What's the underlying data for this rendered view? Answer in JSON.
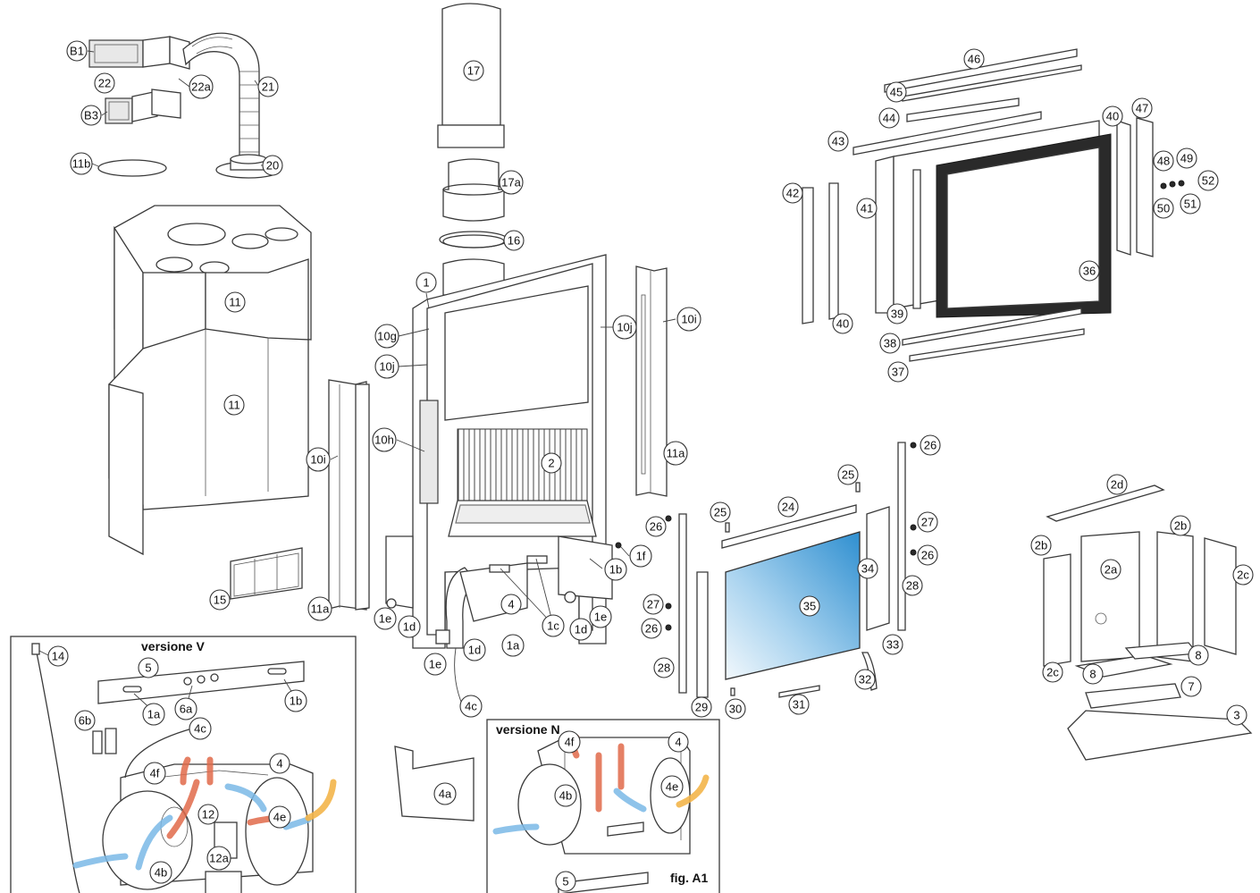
{
  "colors": {
    "line": "#3a3a3a",
    "glass_top": "#2f8fd0",
    "glass_bottom": "#e8f3fb",
    "gasket": "#2a2a2a",
    "cold_air": "#7ab8e6",
    "hot_air": "#e06a4a",
    "intake_air": "#f3b54a"
  },
  "icons": {
    "arrow_cold": "curved-arrow-blue",
    "arrow_hot": "curved-arrow-red",
    "arrow_intake": "curved-arrow-yellow"
  },
  "panels": {
    "versione_v": {
      "title": "versione V"
    },
    "versione_n": {
      "title": "versione N"
    },
    "figure_label": "fig. A1"
  },
  "callouts": [
    {
      "id": "B1",
      "label": "B1"
    },
    {
      "id": "22",
      "label": "22"
    },
    {
      "id": "22a",
      "label": "22a"
    },
    {
      "id": "21",
      "label": "21"
    },
    {
      "id": "B3",
      "label": "B3"
    },
    {
      "id": "11b",
      "label": "11b"
    },
    {
      "id": "20",
      "label": "20"
    },
    {
      "id": "17",
      "label": "17"
    },
    {
      "id": "17a",
      "label": "17a"
    },
    {
      "id": "16",
      "label": "16"
    },
    {
      "id": "1",
      "label": "1"
    },
    {
      "id": "11-top",
      "label": "11"
    },
    {
      "id": "11-bottom",
      "label": "11"
    },
    {
      "id": "10g",
      "label": "10g"
    },
    {
      "id": "10j-left",
      "label": "10j"
    },
    {
      "id": "10j-right",
      "label": "10j"
    },
    {
      "id": "10i-right",
      "label": "10i"
    },
    {
      "id": "10h",
      "label": "10h"
    },
    {
      "id": "10i-left",
      "label": "10i"
    },
    {
      "id": "2",
      "label": "2"
    },
    {
      "id": "11a-right",
      "label": "11a"
    },
    {
      "id": "11a-left",
      "label": "11a"
    },
    {
      "id": "15",
      "label": "15"
    },
    {
      "id": "1f",
      "label": "1f"
    },
    {
      "id": "1b",
      "label": "1b"
    },
    {
      "id": "4",
      "label": "4"
    },
    {
      "id": "1c",
      "label": "1c"
    },
    {
      "id": "1e-a",
      "label": "1e"
    },
    {
      "id": "1d-a",
      "label": "1d"
    },
    {
      "id": "1a",
      "label": "1a"
    },
    {
      "id": "1d-b",
      "label": "1d"
    },
    {
      "id": "1e-b",
      "label": "1e"
    },
    {
      "id": "1d-c",
      "label": "1d"
    },
    {
      "id": "1e-c",
      "label": "1e"
    },
    {
      "id": "4c-main",
      "label": "4c"
    },
    {
      "id": "4a",
      "label": "4a"
    },
    {
      "id": "46",
      "label": "46"
    },
    {
      "id": "45",
      "label": "45"
    },
    {
      "id": "44",
      "label": "44"
    },
    {
      "id": "43",
      "label": "43"
    },
    {
      "id": "40-top",
      "label": "40"
    },
    {
      "id": "47",
      "label": "47"
    },
    {
      "id": "48",
      "label": "48"
    },
    {
      "id": "49",
      "label": "49"
    },
    {
      "id": "52",
      "label": "52"
    },
    {
      "id": "51",
      "label": "51"
    },
    {
      "id": "50",
      "label": "50"
    },
    {
      "id": "42",
      "label": "42"
    },
    {
      "id": "41",
      "label": "41"
    },
    {
      "id": "36",
      "label": "36"
    },
    {
      "id": "39",
      "label": "39"
    },
    {
      "id": "40-bottom",
      "label": "40"
    },
    {
      "id": "38",
      "label": "38"
    },
    {
      "id": "37",
      "label": "37"
    },
    {
      "id": "26-a",
      "label": "26"
    },
    {
      "id": "25-a",
      "label": "25"
    },
    {
      "id": "25-b",
      "label": "25"
    },
    {
      "id": "24",
      "label": "24"
    },
    {
      "id": "26-b",
      "label": "26"
    },
    {
      "id": "27-a",
      "label": "27"
    },
    {
      "id": "26-c",
      "label": "26"
    },
    {
      "id": "34",
      "label": "34"
    },
    {
      "id": "28-a",
      "label": "28"
    },
    {
      "id": "35",
      "label": "35"
    },
    {
      "id": "27-b",
      "label": "27"
    },
    {
      "id": "26-d",
      "label": "26"
    },
    {
      "id": "28-b",
      "label": "28"
    },
    {
      "id": "33",
      "label": "33"
    },
    {
      "id": "32",
      "label": "32"
    },
    {
      "id": "29",
      "label": "29"
    },
    {
      "id": "30",
      "label": "30"
    },
    {
      "id": "31",
      "label": "31"
    },
    {
      "id": "2d",
      "label": "2d"
    },
    {
      "id": "2b-a",
      "label": "2b"
    },
    {
      "id": "2b-b",
      "label": "2b"
    },
    {
      "id": "2a",
      "label": "2a"
    },
    {
      "id": "2c-a",
      "label": "2c"
    },
    {
      "id": "2c-b",
      "label": "2c"
    },
    {
      "id": "8-a",
      "label": "8"
    },
    {
      "id": "8-b",
      "label": "8"
    },
    {
      "id": "7",
      "label": "7"
    },
    {
      "id": "3",
      "label": "3"
    },
    {
      "id": "14",
      "label": "14"
    },
    {
      "id": "5-v",
      "label": "5"
    },
    {
      "id": "6b",
      "label": "6b"
    },
    {
      "id": "1a-v",
      "label": "1a"
    },
    {
      "id": "6a",
      "label": "6a"
    },
    {
      "id": "1b-v",
      "label": "1b"
    },
    {
      "id": "4c-v",
      "label": "4c"
    },
    {
      "id": "4f-v",
      "label": "4f"
    },
    {
      "id": "4-v",
      "label": "4"
    },
    {
      "id": "12",
      "label": "12"
    },
    {
      "id": "4e-v",
      "label": "4e"
    },
    {
      "id": "12a",
      "label": "12a"
    },
    {
      "id": "4b-v",
      "label": "4b"
    },
    {
      "id": "4f-n",
      "label": "4f"
    },
    {
      "id": "4-n",
      "label": "4"
    },
    {
      "id": "4b-n",
      "label": "4b"
    },
    {
      "id": "4e-n",
      "label": "4e"
    },
    {
      "id": "5-n",
      "label": "5"
    }
  ]
}
